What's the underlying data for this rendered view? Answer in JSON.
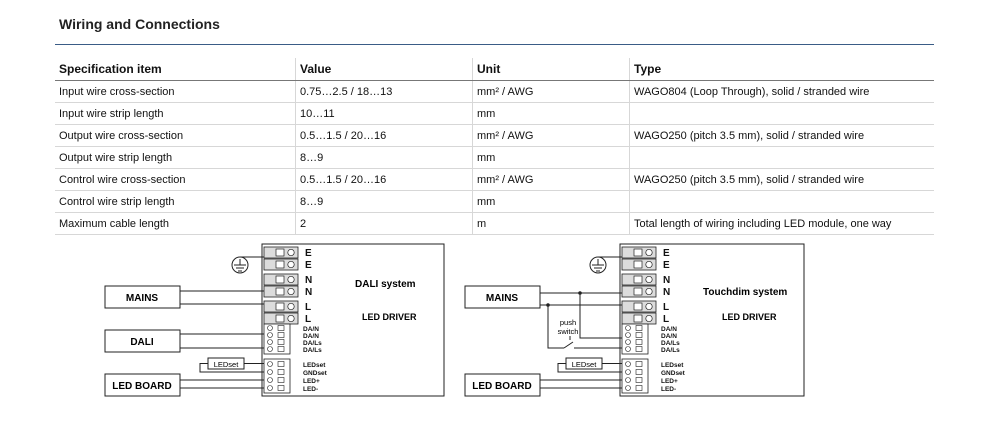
{
  "section_title": "Wiring and Connections",
  "table": {
    "headers": [
      "Specification item",
      "Value",
      "Unit",
      "Type"
    ],
    "rows": [
      {
        "item": "Input wire cross-section",
        "value": "0.75…2.5 / 18…13",
        "unit": "mm² / AWG",
        "type": "WAGO804 (Loop Through), solid / stranded wire"
      },
      {
        "item": "Input wire strip length",
        "value": "10…11",
        "unit": "mm",
        "type": ""
      },
      {
        "item": "Output wire cross-section",
        "value": "0.5…1.5 / 20…16",
        "unit": "mm² / AWG",
        "type": "WAGO250 (pitch 3.5 mm), solid / stranded wire"
      },
      {
        "item": "Output wire strip length",
        "value": "8…9",
        "unit": "mm",
        "type": ""
      },
      {
        "item": "Control wire cross-section",
        "value": "0.5…1.5 / 20…16",
        "unit": "mm² / AWG",
        "type": "WAGO250 (pitch 3.5 mm), solid / stranded wire"
      },
      {
        "item": "Control wire strip length",
        "value": "8…9",
        "unit": "mm",
        "type": ""
      },
      {
        "item": "Maximum cable length",
        "value": "2",
        "unit": "m",
        "type": "Total length of wiring including LED module, one way"
      }
    ]
  },
  "diagram_left": {
    "mains": "MAINS",
    "dali": "DALI",
    "led_board": "LED BOARD",
    "ledset_box": "LEDset",
    "system": "DALI system",
    "driver": "LED DRIVER",
    "power_terminals": [
      "E",
      "E",
      "N",
      "N",
      "L",
      "L"
    ],
    "control_terminals": [
      "DA/N",
      "DA/N",
      "DA/Ls",
      "DA/Ls"
    ],
    "output_terminals": [
      "LEDset",
      "GNDset",
      "LED+",
      "LED-"
    ]
  },
  "diagram_right": {
    "mains": "MAINS",
    "push_switch_line1": "push",
    "push_switch_line2": "switch",
    "led_board": "LED BOARD",
    "ledset_box": "LEDset",
    "system": "Touchdim system",
    "driver": "LED DRIVER",
    "power_terminals": [
      "E",
      "E",
      "N",
      "N",
      "L",
      "L"
    ],
    "control_terminals": [
      "DA/N",
      "DA/N",
      "DA/Ls",
      "DA/Ls"
    ],
    "output_terminals": [
      "LEDset",
      "GNDset",
      "LED+",
      "LED-"
    ]
  },
  "colors": {
    "rule": "#3a5c86",
    "terminal_fill": "#dcdcdc"
  }
}
